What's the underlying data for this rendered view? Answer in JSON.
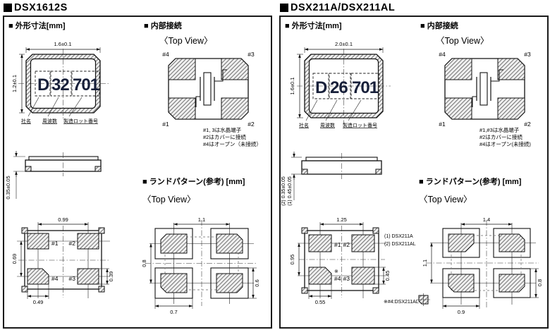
{
  "panels": [
    {
      "title": "DSX1612S",
      "outline_heading": "■ 外形寸法[mm]",
      "internal_heading": "■ 内部接続",
      "land_heading": "■ ランドパターン(参考) [mm]",
      "top_view_label": "〈Top View〉",
      "land_top_view_label": "〈Top View〉",
      "package": {
        "dim_width": "1.6±0.1",
        "dim_height": "1.2±0.1",
        "dim_thickness": "0.35±0.05",
        "marking": {
          "maker": "D",
          "freq": "32",
          "lot": "701"
        },
        "labels": {
          "maker": "社名",
          "freq": "周波数",
          "lot": "製造ロット番号"
        }
      },
      "bottom_view": {
        "dim_pitch_x": "0.99",
        "dim_pitch_y": "0.69",
        "dim_pad_w": "0.49",
        "dim_pad_h": "0.39",
        "pad_labels": {
          "p1": "#1",
          "p2": "#2",
          "p3": "#3",
          "p4": "#4"
        }
      },
      "internal": {
        "pin_labels": {
          "p1": "#1",
          "p2": "#2",
          "p3": "#3",
          "p4": "#4"
        },
        "notes": {
          "line1": "#1, 3は水晶端子",
          "line2": "#2はカバーに接続",
          "line3": "#4はオープン（未接続）"
        }
      },
      "land": {
        "dim_pitch_x": "1.1",
        "dim_pitch_y": "0.8",
        "dim_pad_w": "0.7",
        "dim_pad_h": "0.6"
      }
    },
    {
      "title": "DSX211A/DSX211AL",
      "outline_heading": "■ 外形寸法[mm]",
      "internal_heading": "■ 内部接続",
      "land_heading": "■ ランドパターン(参考) [mm]",
      "top_view_label": "〈Top View〉",
      "land_top_view_label": "〈Top View〉",
      "package": {
        "dim_width": "2.0±0.1",
        "dim_height": "1.6±0.1",
        "dim_thickness": "(1) 0.45±0.05",
        "dim_thickness2": "(2) 0.35±0.05",
        "marking": {
          "maker": "D",
          "freq": "26",
          "lot": "701"
        },
        "labels": {
          "maker": "社名",
          "freq": "周波数",
          "lot": "製造ロット番号"
        }
      },
      "bottom_view": {
        "dim_pitch_x": "1.25",
        "dim_pitch_y": "0.95",
        "dim_pad_w": "0.55",
        "dim_pad_h": "0.45",
        "pad_labels": {
          "p1": "#1",
          "p2": "#2",
          "p3": "#3",
          "p4": "#4"
        },
        "star": "※",
        "variant1": "(1) DSX211A",
        "variant2": "(2) DSX211AL",
        "star_note": "※#4:DSX211AL"
      },
      "internal": {
        "pin_labels": {
          "p1": "#1",
          "p2": "#2",
          "p3": "#3",
          "p4": "#4"
        },
        "notes": {
          "line1": "#1,#3は水晶端子",
          "line2": "#2はカバーに接続",
          "line3": "#4はオープン(未接続)"
        }
      },
      "land": {
        "dim_pitch_x": "1.4",
        "dim_pitch_y": "1.1",
        "dim_pad_w": "0.9",
        "dim_pad_h": "0.8"
      }
    }
  ]
}
